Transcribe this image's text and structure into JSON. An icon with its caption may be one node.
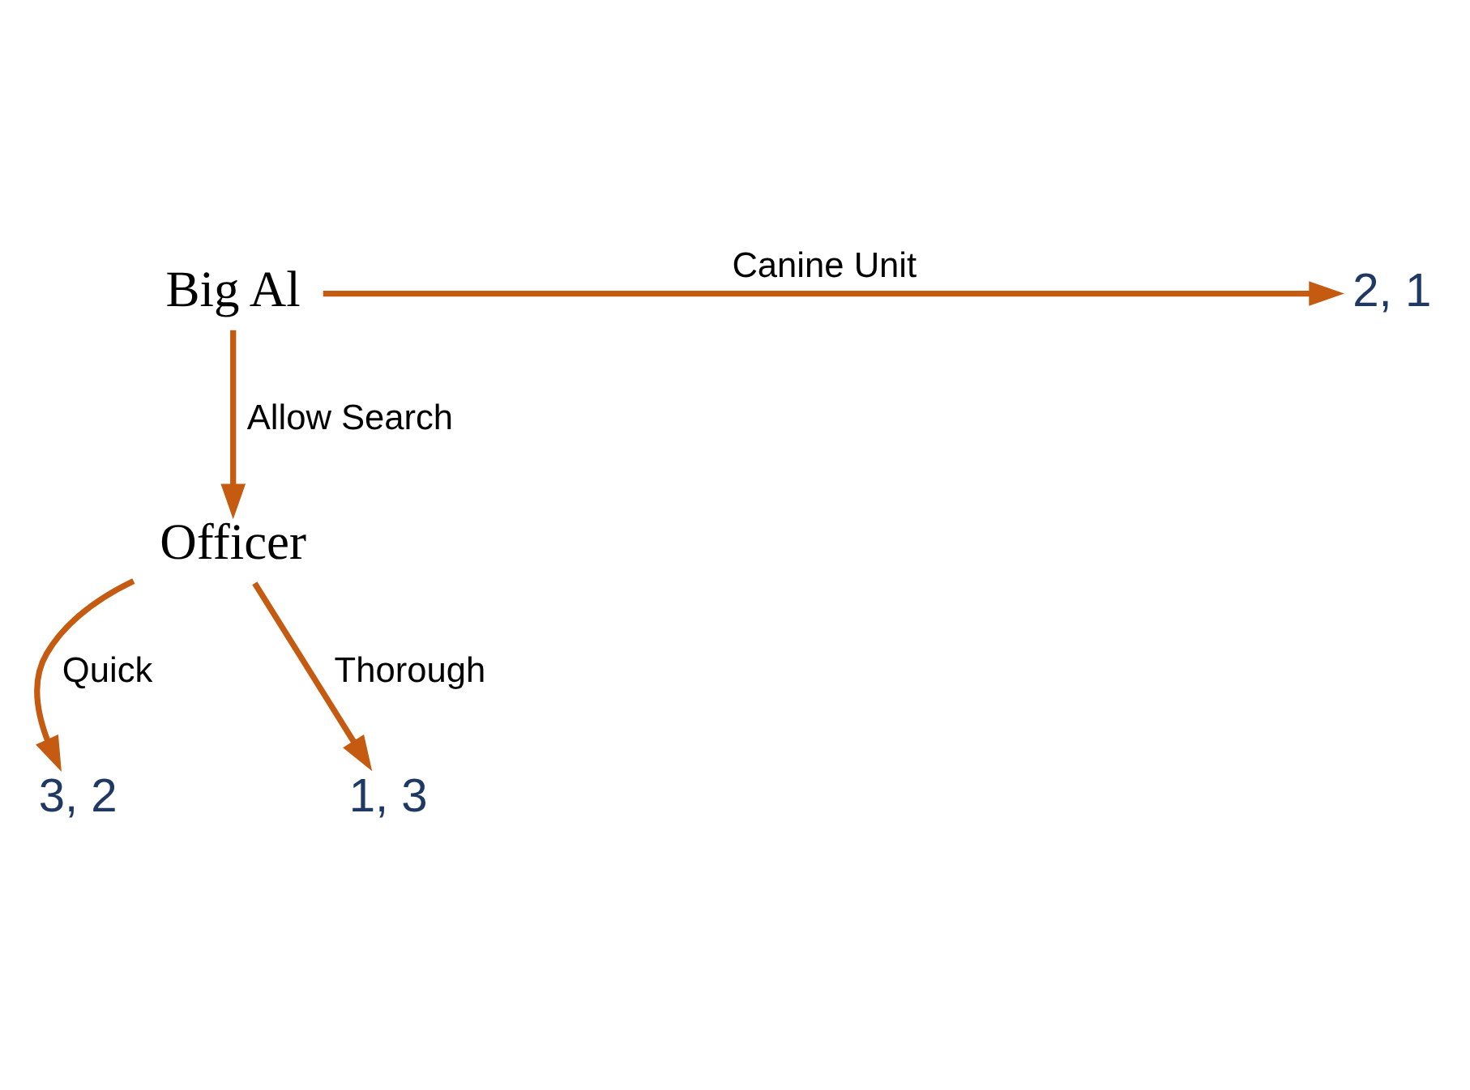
{
  "diagram": {
    "nodes": [
      {
        "text": [
          "Big Al"
        ]
      },
      {
        "text": [
          "2, 1"
        ]
      },
      {
        "text": [
          "Officer"
        ]
      },
      {
        "text": [
          "3, 2"
        ]
      },
      {
        "text": [
          "1, 3"
        ]
      }
    ],
    "edges": [
      {
        "from": 0,
        "to": 1,
        "label": "Canine Unit",
        "arrow": "to"
      },
      {
        "from": 0,
        "to": 2,
        "label": "Allow Search",
        "arrow": "to"
      },
      {
        "from": 2,
        "to": 3,
        "label": "Quick",
        "arrow": "to"
      },
      {
        "from": 2,
        "to": 4,
        "label": "Thorough",
        "arrow": "to"
      }
    ]
  }
}
